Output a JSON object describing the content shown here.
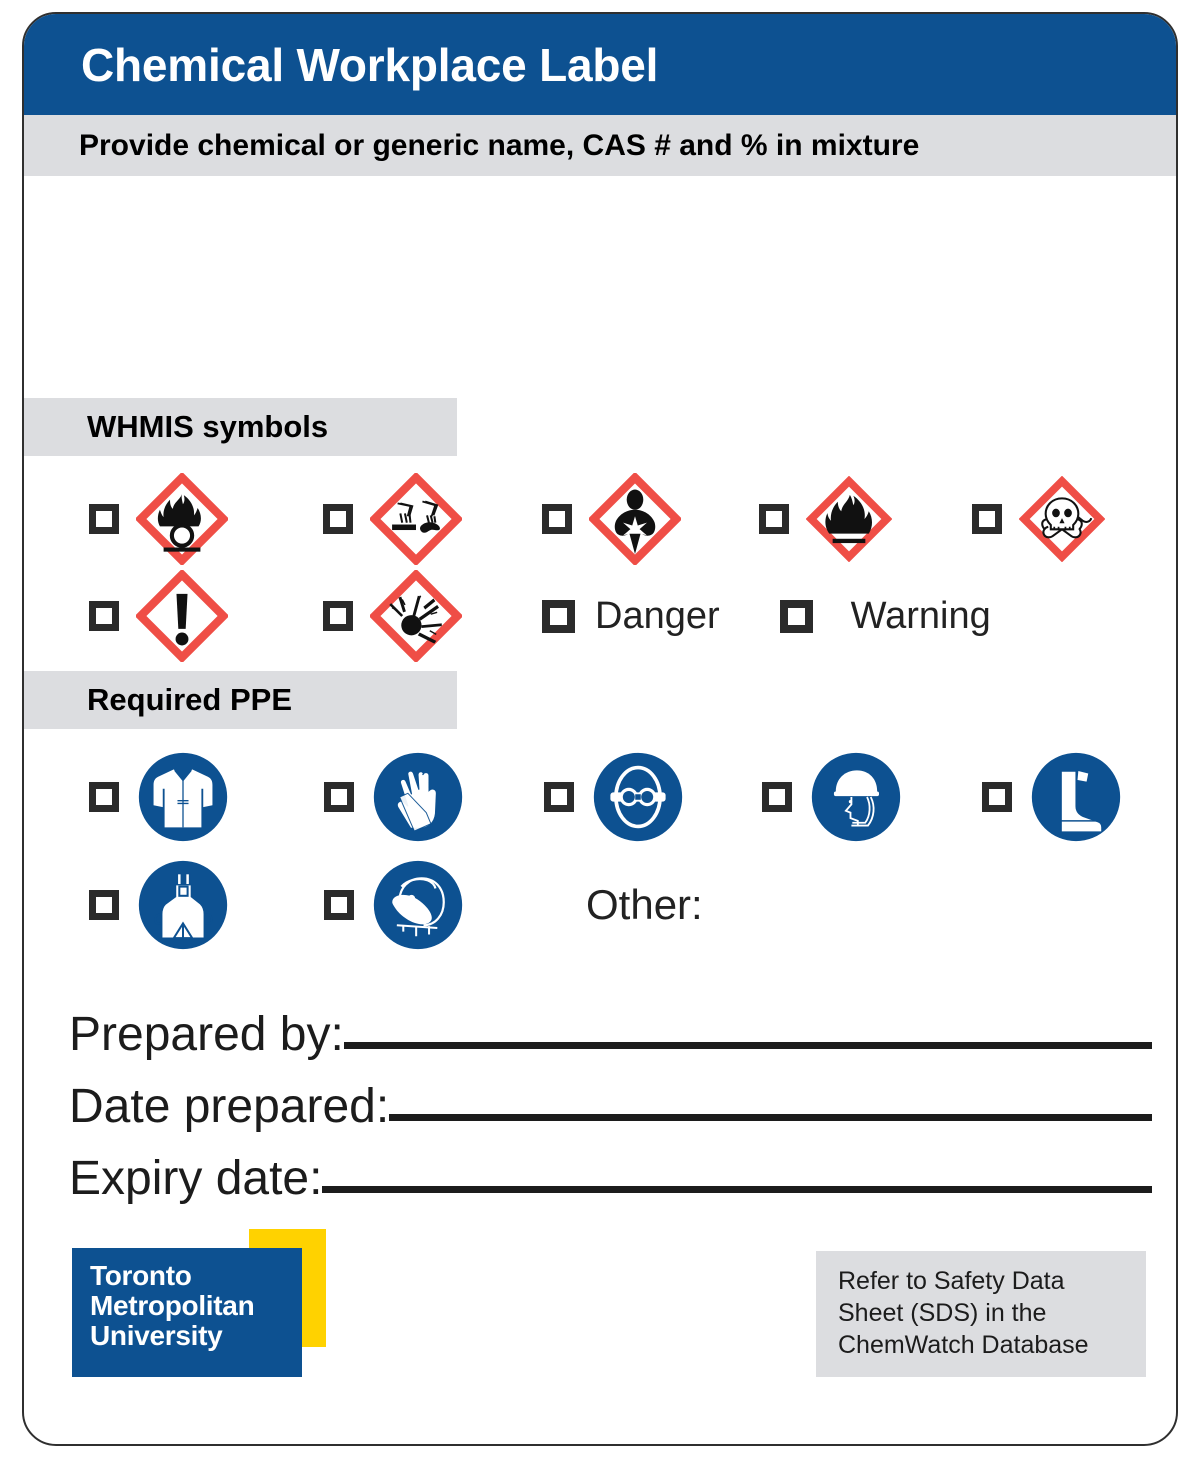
{
  "header": {
    "title": "Chemical Workplace Label",
    "subtitle": "Provide chemical or generic name, CAS # and % in mixture",
    "title_bg": "#0d5191",
    "subtitle_bg": "#dcdde0"
  },
  "whmis": {
    "section_label": "WHMIS symbols",
    "pictogram_border_color": "#ef4e46",
    "row1": [
      {
        "icon": "ghs-oxidizer-icon",
        "name": "oxidizing"
      },
      {
        "icon": "ghs-corrosion-icon",
        "name": "corrosion"
      },
      {
        "icon": "ghs-health-hazard-icon",
        "name": "health-hazard"
      },
      {
        "icon": "ghs-flame-icon",
        "name": "flammable"
      },
      {
        "icon": "ghs-skull-crossbones-icon",
        "name": "acute-toxicity"
      }
    ],
    "row2": [
      {
        "icon": "ghs-exclamation-mark-icon",
        "name": "irritant"
      },
      {
        "icon": "ghs-exploding-bomb-icon",
        "name": "explosive"
      }
    ],
    "signal_words": [
      {
        "label": "Danger"
      },
      {
        "label": "Warning"
      }
    ]
  },
  "ppe": {
    "section_label": "Required PPE",
    "icon_bg": "#0d5191",
    "row1": [
      {
        "icon": "lab-coat-icon",
        "name": "lab-coat"
      },
      {
        "icon": "gloves-icon",
        "name": "protective-gloves"
      },
      {
        "icon": "safety-goggles-icon",
        "name": "eye-protection"
      },
      {
        "icon": "face-shield-icon",
        "name": "face-shield"
      },
      {
        "icon": "safety-boots-icon",
        "name": "foot-protection"
      }
    ],
    "row2": [
      {
        "icon": "apron-icon",
        "name": "protective-apron"
      },
      {
        "icon": "respirator-icon",
        "name": "respirator"
      }
    ],
    "other_label": "Other:"
  },
  "form": {
    "fields": [
      {
        "label": "Prepared by:",
        "value": ""
      },
      {
        "label": "Date prepared:",
        "value": ""
      },
      {
        "label": "Expiry date:",
        "value": ""
      }
    ]
  },
  "footer": {
    "logo": {
      "line1": "Toronto",
      "line2": "Metropolitan",
      "line3": "University",
      "blue": "#0d5191",
      "yellow": "#ffd200"
    },
    "sds_note": "Refer to Safety Data Sheet (SDS) in the ChemWatch Database"
  }
}
